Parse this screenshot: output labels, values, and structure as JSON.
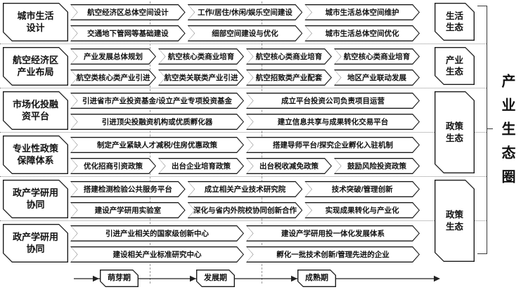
{
  "title_vertical": "产业生态圈",
  "rows": [
    {
      "label": "城市生活\n设计",
      "lines": [
        [
          "航空经济区总体空间设计",
          "工作/居住/休闲/娱乐空间建设",
          "城市生活总体空间维护"
        ],
        [
          "交通地下管网等基础建设",
          "细部空间建设与优化",
          "城市生活总体空间优化"
        ]
      ]
    },
    {
      "label": "航空经济区\n产业布局",
      "lines": [
        [
          "产业发展总体规划",
          "航空核心类商业培育",
          "航空核心类商业培育",
          "航空核心类商业培育"
        ],
        [
          "航空类核心类产业引进",
          "航空类关联类产业引进",
          "航空招致类产业配套",
          "地区产业联动发展"
        ]
      ]
    },
    {
      "label": "市场化投融\n资平台",
      "lines": [
        [
          "引进省市产业投资基金/设立产业专项投资基金",
          "成立平台投资公司负责项目运营"
        ],
        [
          "引进顶尖投融资机构或优质孵化器",
          "建立信息共享与成果转化交易平台"
        ]
      ]
    },
    {
      "label": "专业性政策\n保障体系",
      "lines": [
        [
          "制定产业紧缺人才减税/住房优惠政策",
          "搭建导师平台/探究企业孵化入驻机制"
        ],
        [
          "优化招商引资政策",
          "出台企业培育政策",
          "出台税收减免政策",
          "鼓励风险投资政策"
        ]
      ]
    },
    {
      "label": "政产学研用\n协同",
      "lines": [
        [
          "搭建检测检验公共服务平台",
          "成立相关产业技术研究院",
          "技术突破/管理创新"
        ],
        [
          "建设产学研用实验室",
          "深化与省内外院校协同创新合作",
          "实现成果转化与产业化"
        ]
      ]
    },
    {
      "label": "政产学研用\n协同",
      "lines": [
        [
          "引进产业相关的国家级创新中心",
          "建设产学研用投一体化发展体系"
        ],
        [
          "建设相关产业标准研究中心",
          "孵化一批技术创新/管理先进的企业"
        ]
      ]
    }
  ],
  "badges": [
    {
      "label": "生活\n生态"
    },
    {
      "label": "产业\n生态"
    },
    {
      "label": "政策\n生态"
    },
    {
      "label": "政策\n生态"
    }
  ],
  "timeline": {
    "phases": [
      "萌芽期",
      "发展期",
      "成熟期"
    ]
  },
  "colors": {
    "ink": "#1a1a1a",
    "background": "#ffffff",
    "divider": "#9a9a9a"
  }
}
